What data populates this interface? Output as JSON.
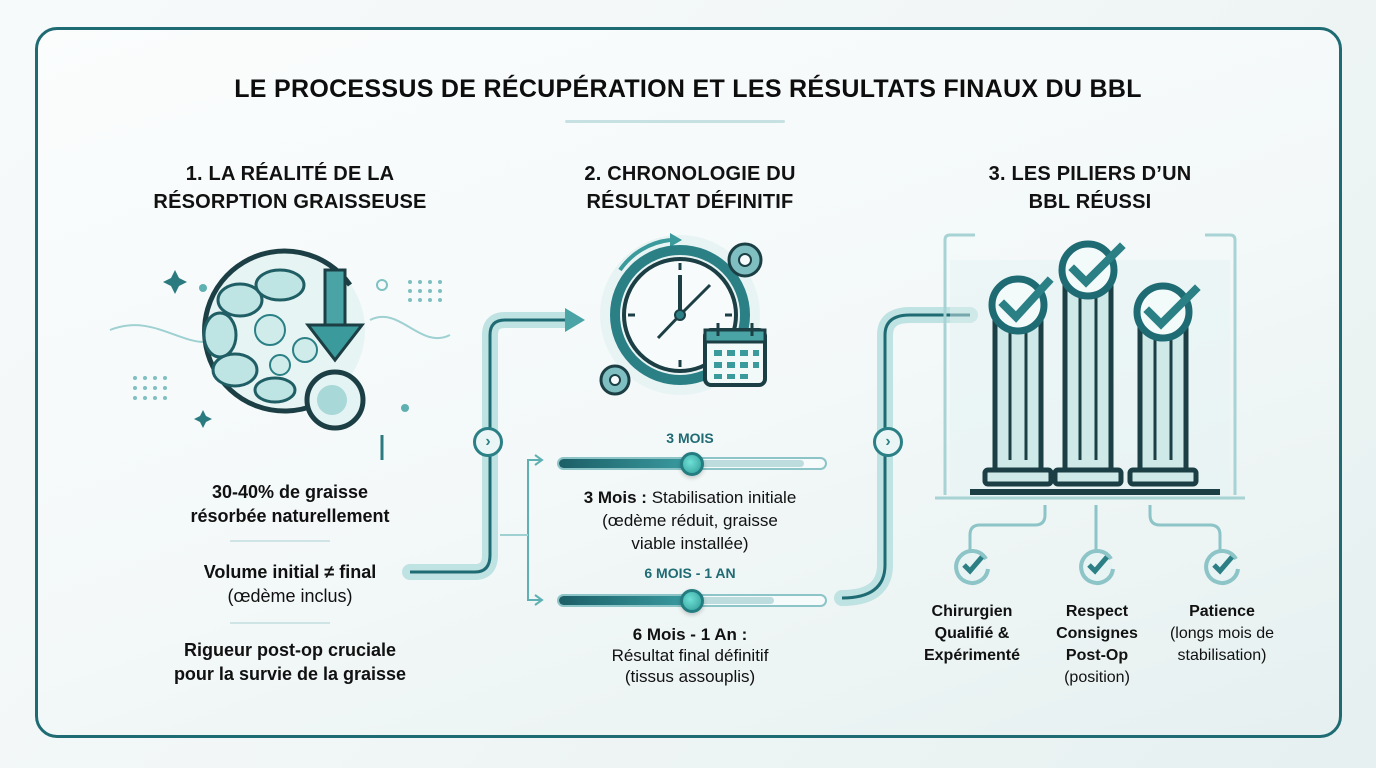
{
  "title": "LE PROCESSUS DE RÉCUPÉRATION ET LES RÉSULTATS FINAUX DU BBL",
  "colors": {
    "border": "#1f6b73",
    "accent": "#2b8086",
    "accent_light": "#6fe0d6",
    "text": "#111111"
  },
  "sections": [
    {
      "title_line1": "1. LA RÉALITÉ DE LA",
      "title_line2": "RÉSORPTION GRAISSEUSE",
      "icon": "fat-cell-resorption-icon",
      "points": [
        {
          "line1": "30-40% de graisse",
          "line2": "résorbée naturellement"
        },
        {
          "line1": "Volume initial ≠ final",
          "line2": "(œdème inclus)"
        },
        {
          "line1": "Rigueur post-op cruciale",
          "line2": "pour la survie de la graisse"
        }
      ]
    },
    {
      "title_line1": "2. CHRONOLOGIE DU",
      "title_line2": "RÉSULTAT DÉFINITIF",
      "icon": "clock-calendar-icon",
      "milestones": [
        {
          "label": "3 MOIS",
          "progress_pct": 50,
          "bold": "3 Mois :",
          "text1": " Stabilisation initiale",
          "text2": "(œdème réduit, graisse",
          "text3": "viable installée)"
        },
        {
          "label": "6 MOIS - 1 AN",
          "progress_pct": 50,
          "bold": "6 Mois - 1 An :",
          "text1": "Résultat final définitif",
          "text2": "(tissus assouplis)"
        }
      ]
    },
    {
      "title_line1": "3. LES PILIERS D’UN",
      "title_line2": "BBL RÉUSSI",
      "icon": "pillars-checkmark-icon",
      "pillars": [
        {
          "line1": "Chirurgien",
          "line2": "Qualifié &",
          "line3": "Expérimenté",
          "line4": ""
        },
        {
          "line1": "Respect",
          "line2": "Consignes",
          "line3": "Post-Op",
          "line4": "(position)"
        },
        {
          "line1": "Patience",
          "line2": "(longs mois de",
          "line3": "stabilisation)",
          "line4": ""
        }
      ]
    }
  ],
  "connectors": [
    {
      "icon": "chevron-right-icon",
      "glyph": "›"
    },
    {
      "icon": "chevron-right-icon",
      "glyph": "›"
    }
  ]
}
